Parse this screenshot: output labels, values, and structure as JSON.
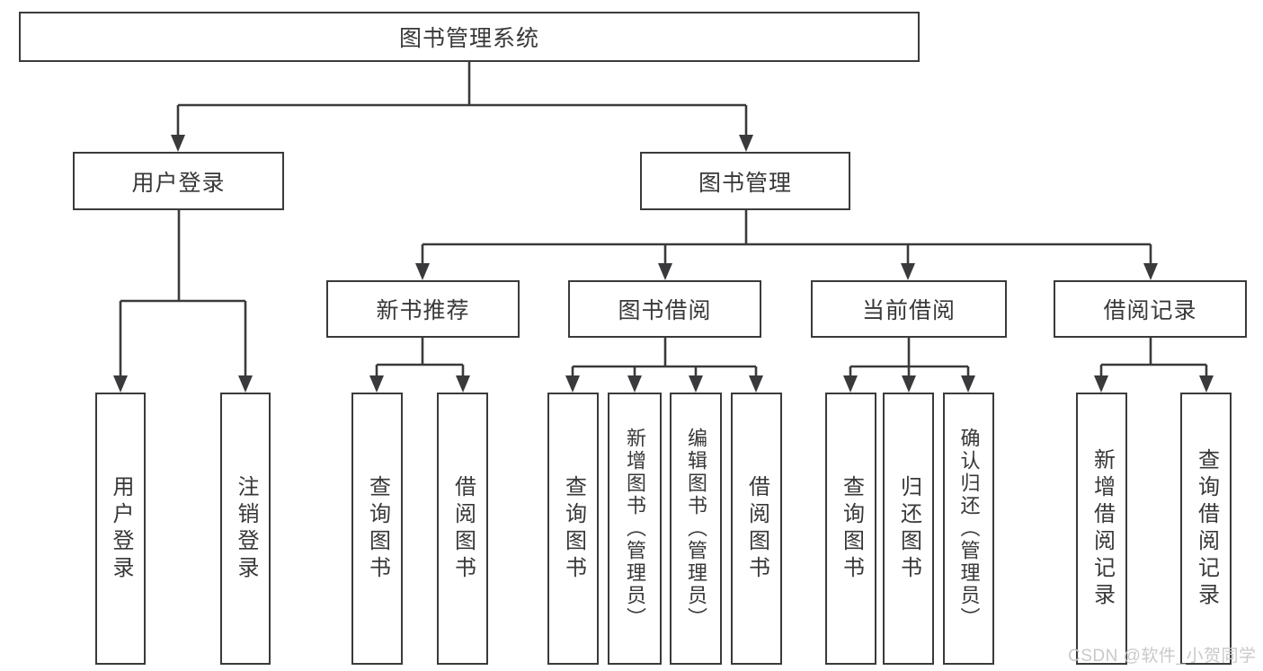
{
  "diagram": {
    "root": {
      "label": "图书管理系统"
    },
    "branches": [
      {
        "label": "用户登录",
        "children": [
          {
            "label": "用户登录"
          },
          {
            "label": "注销登录"
          }
        ]
      },
      {
        "label": "图书管理",
        "children": [
          {
            "label": "新书推荐",
            "children": [
              {
                "label": "查询图书"
              },
              {
                "label": "借阅图书"
              }
            ]
          },
          {
            "label": "图书借阅",
            "children": [
              {
                "label": "查询图书"
              },
              {
                "label": "新增图书（管理员）"
              },
              {
                "label": "编辑图书（管理员）"
              },
              {
                "label": "借阅图书"
              }
            ]
          },
          {
            "label": "当前借阅",
            "children": [
              {
                "label": "查询图书"
              },
              {
                "label": "归还图书"
              },
              {
                "label": "确认归还（管理员）"
              }
            ]
          },
          {
            "label": "借阅记录",
            "children": [
              {
                "label": "新增借阅记录"
              },
              {
                "label": "查询借阅记录"
              }
            ]
          }
        ]
      }
    ]
  },
  "watermark": {
    "text": "CSDN @软件_小贺同学"
  },
  "colors": {
    "line": "#3a3a3c",
    "text": "#38383a",
    "watermark": "#c9c9c9",
    "background": "#ffffff"
  }
}
